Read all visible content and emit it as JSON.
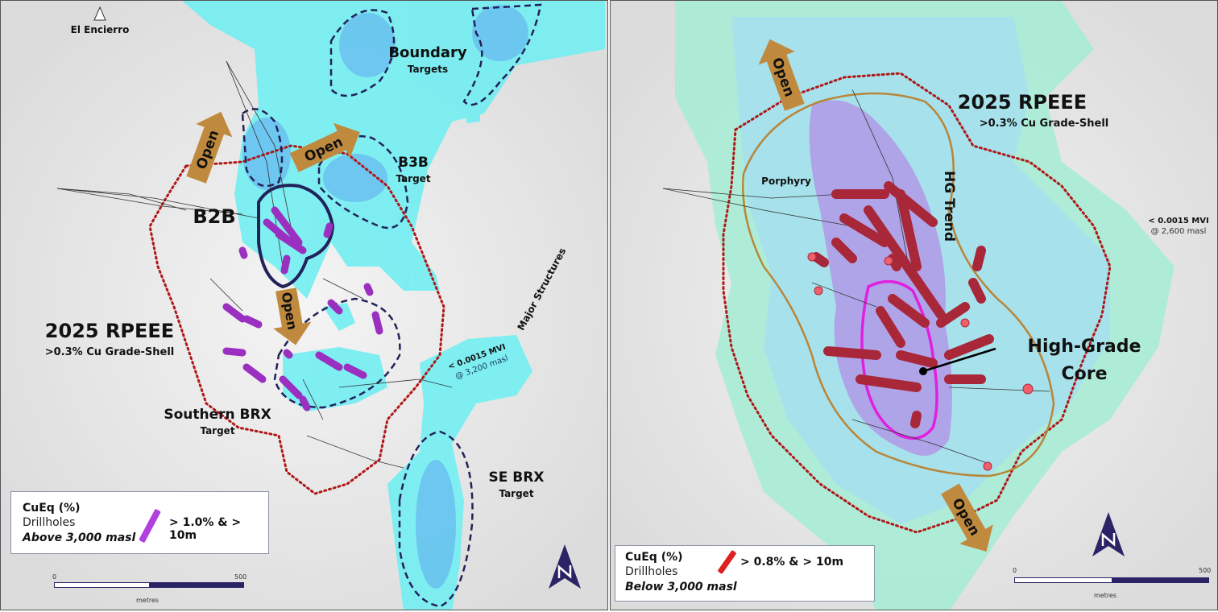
{
  "left_map": {
    "north_label": "El Encierro",
    "labels": {
      "boundary": "Boundary",
      "boundary_sub": "Targets",
      "b3b": "B3B",
      "b3b_sub": "Target",
      "b2b": "B2B",
      "major_structures": "Major Structures",
      "rpeee": "2025 RPEEE",
      "rpeee_sub": ">0.3% Cu Grade-Shell",
      "mvi": "< 0.0015 MVI",
      "mvi_sub": "@ 3,200 masl",
      "southern_brx": "Southern BRX",
      "southern_brx_sub": "Target",
      "se_brx": "SE BRX",
      "se_brx_sub": "Target"
    },
    "open_arrows": [
      "Open",
      "Open",
      "Open"
    ],
    "legend": {
      "title": "CuEq (%)",
      "subtitle": "Drillholes",
      "elevation": "Above 3,000 masl",
      "threshold": "> 1.0% & > 10m",
      "symbol_color": "#b040e0"
    },
    "scale": {
      "start": "0",
      "end": "500",
      "unit": "metres"
    }
  },
  "right_map": {
    "labels": {
      "rpeee": "2025 RPEEE",
      "rpeee_sub": ">0.3% Cu Grade-Shell",
      "porphyry": "Porphyry",
      "hg_trend": "HG Trend",
      "mvi": "< 0.0015 MVI",
      "mvi_sub": "@ 2,600 masl",
      "hg_core_1": "High-Grade",
      "hg_core_2": "Core"
    },
    "open_arrows": [
      "Open",
      "Open"
    ],
    "legend": {
      "title": "CuEq (%)",
      "subtitle": "Drillholes",
      "elevation": "Below 3,000 masl",
      "threshold": "> 0.8% & > 10m",
      "symbol_color": "#e02020"
    },
    "scale": {
      "start": "0",
      "end": "500",
      "unit": "metres"
    }
  },
  "colors": {
    "rpeee_outline": "#b01818",
    "target_outline": "#22225a",
    "open_arrow": "#c08a3e",
    "hg_core": "#e020e0",
    "porphyry": "#b8863a",
    "mvi_fill": "#6ff0f0"
  }
}
